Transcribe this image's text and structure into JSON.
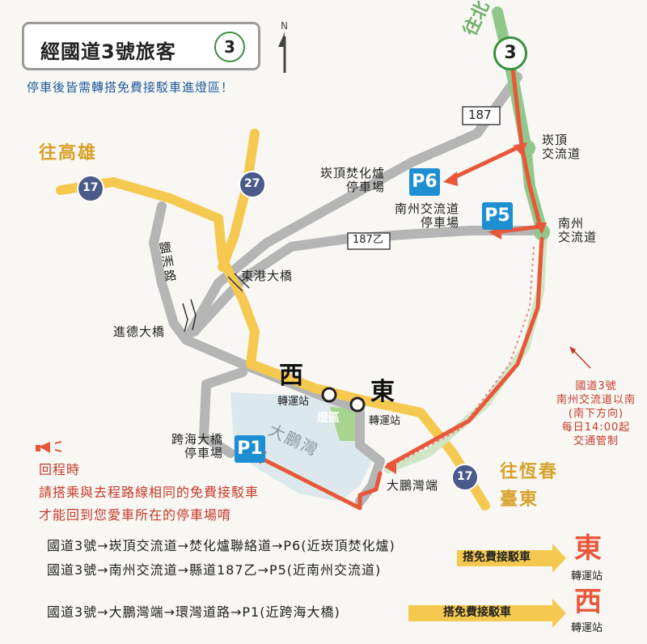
{
  "title": "經國道3號旅客",
  "route_shield": "3",
  "notice": "停車後皆需轉搭免費接駁車進燈區！",
  "compass": "N",
  "directions": {
    "north": "往北",
    "kaohsiung": "往高雄",
    "hengchun": "往恆春",
    "taitung": "臺東"
  },
  "road_numbers": {
    "r187": "187",
    "r187b": "187乙",
    "r17a": "17",
    "r17b": "17",
    "r27": "27"
  },
  "roads": {
    "yanzhou": "鹽洲路"
  },
  "interchanges": {
    "kanding": "崁頂\n交流道",
    "nanzhou": "南州\n交流道",
    "dapeng_end": "大鵬灣端"
  },
  "bridges": {
    "donggang": "東港大橋",
    "jinde": "進德大橋"
  },
  "parking": {
    "p6": {
      "badge": "P6",
      "label": "崁頂焚化爐\n停車場"
    },
    "p5": {
      "badge": "P5",
      "label": "南州交流道\n停車場"
    },
    "p1": {
      "badge": "P1",
      "label": "跨海大橋\n停車場"
    }
  },
  "stations": {
    "west": {
      "name": "西",
      "sub": "轉運站"
    },
    "east": {
      "name": "東",
      "sub": "轉運站"
    }
  },
  "lamp_area": "燈區",
  "bay": "大鵬灣",
  "traffic_control": "國道3號\n南州交流道以南\n(南下方向)\n每日14:00起\n交通管制",
  "return_info": {
    "heading": "回程時",
    "line1": "請搭乘與去程路線相同的免費接駁車",
    "line2": "才能回到您愛車所在的停車場唷"
  },
  "routes": [
    "國道3號→崁頂交流道→焚化爐聯絡道→P6(近崁頂焚化爐)",
    "國道3號→南州交流道→縣道187乙→P5(近南州交流道)",
    "國道3號→大鵬灣端→環灣道路→P1(近跨海大橋)"
  ],
  "shuttle_label_1": "搭免費接駁車",
  "shuttle_label_2": "搭免費接駁車",
  "dest_east": {
    "name": "東",
    "sub": "轉運站"
  },
  "dest_west": {
    "name": "西",
    "sub": "轉運站"
  },
  "colors": {
    "red": "#e8573a",
    "gold": "#f5c94f",
    "green": "#8fc88a",
    "blue": "#1e8fd2",
    "gray": "#b5b5b5"
  }
}
